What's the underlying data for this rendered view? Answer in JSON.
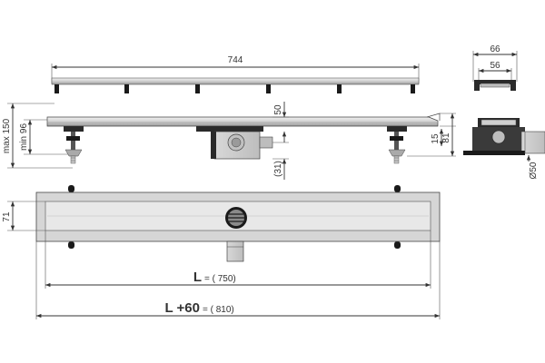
{
  "dimensions": {
    "profile_length": "744",
    "section_outer_width": "66",
    "section_inner_width": "56",
    "max_height": "max 150",
    "min_height": "min 96",
    "outlet_offset": "50",
    "outlet_lower": "(31)",
    "channel_height": "15",
    "total_height": "81",
    "outlet_diameter": "Ø50",
    "channel_width": "71",
    "length_symbol": "L",
    "length_value": "= ( 750)",
    "total_length_symbol": "L +60",
    "total_length_value": "= ( 810)"
  },
  "colors": {
    "line": "#333333",
    "steel_light": "#e6e6e6",
    "steel_mid": "#c4c4c4",
    "steel_dark": "#7a7a7a",
    "black": "#1a1a1a"
  }
}
